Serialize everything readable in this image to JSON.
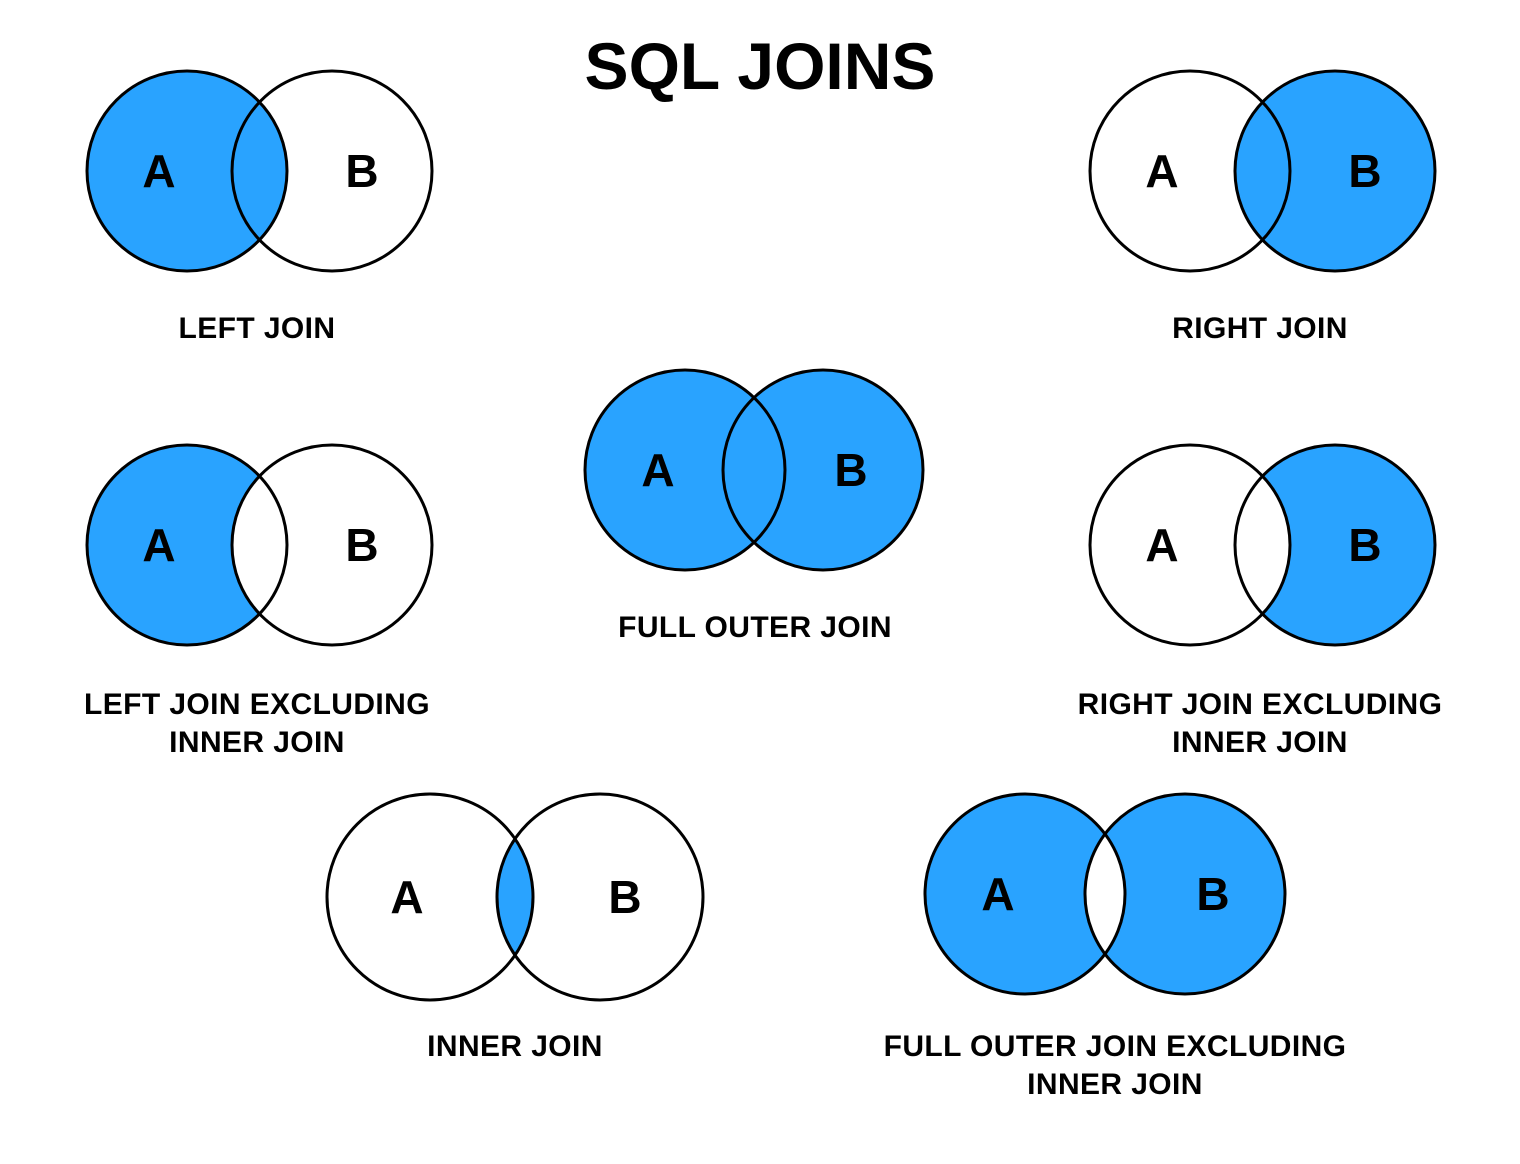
{
  "title": "SQL JOINS",
  "colors": {
    "fill": "#29A3FF",
    "stroke": "#000000",
    "background": "#FFFFFF",
    "text": "#000000"
  },
  "set_labels": {
    "a": "A",
    "b": "B"
  },
  "chart_data": {
    "type": "diagram",
    "title": "SQL JOINS",
    "subtype": "venn-diagram-set",
    "sets": [
      "A",
      "B"
    ],
    "shaded_color": "#29A3FF",
    "unshaded_color": "#FFFFFF",
    "diagrams": [
      {
        "id": "left-join",
        "label": "LEFT JOIN",
        "shaded_regions": [
          "A-only",
          "A∩B"
        ],
        "description": "All of circle A including the intersection is shaded."
      },
      {
        "id": "right-join",
        "label": "RIGHT JOIN",
        "shaded_regions": [
          "B-only",
          "A∩B"
        ],
        "description": "All of circle B including the intersection is shaded."
      },
      {
        "id": "left-join-excluding-inner-join",
        "label": "LEFT JOIN EXCLUDING\nINNER JOIN",
        "shaded_regions": [
          "A-only"
        ],
        "description": "Circle A minus the intersection is shaded."
      },
      {
        "id": "full-outer-join",
        "label": "FULL OUTER JOIN",
        "shaded_regions": [
          "A-only",
          "A∩B",
          "B-only"
        ],
        "description": "Both circles including the intersection are shaded."
      },
      {
        "id": "right-join-excluding-inner-join",
        "label": "RIGHT JOIN EXCLUDING\nINNER JOIN",
        "shaded_regions": [
          "B-only"
        ],
        "description": "Circle B minus the intersection is shaded."
      },
      {
        "id": "inner-join",
        "label": "INNER JOIN",
        "shaded_regions": [
          "A∩B"
        ],
        "description": "Only the lens-shaped intersection is shaded."
      },
      {
        "id": "full-outer-join-excluding-inner-join",
        "label": "FULL OUTER JOIN EXCLUDING\nINNER JOIN",
        "shaded_regions": [
          "A-only",
          "B-only"
        ],
        "description": "Both circles are shaded except the intersection."
      }
    ]
  }
}
